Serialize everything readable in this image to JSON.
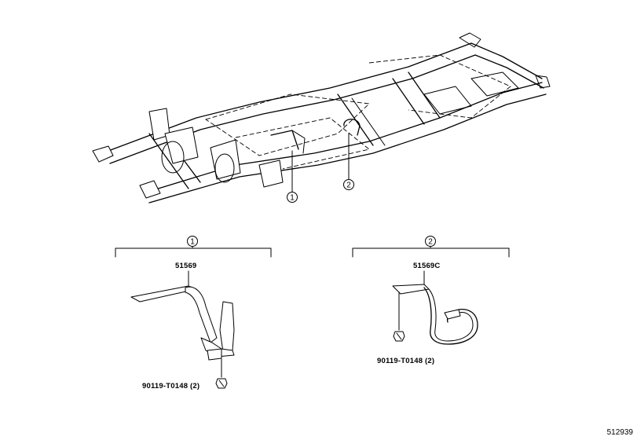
{
  "callouts": {
    "c1": "1",
    "c2": "2"
  },
  "groups": {
    "g1": {
      "number": "1",
      "part": "51569",
      "bolt": "90119-T0148 (2)"
    },
    "g2": {
      "number": "2",
      "part": "51569C",
      "bolt": "90119-T0148 (2)"
    }
  },
  "illustration_id": "512939",
  "icons": [
    "frame-chassis-icon",
    "bracket-1-icon",
    "bracket-2-icon",
    "bolt-icon"
  ]
}
